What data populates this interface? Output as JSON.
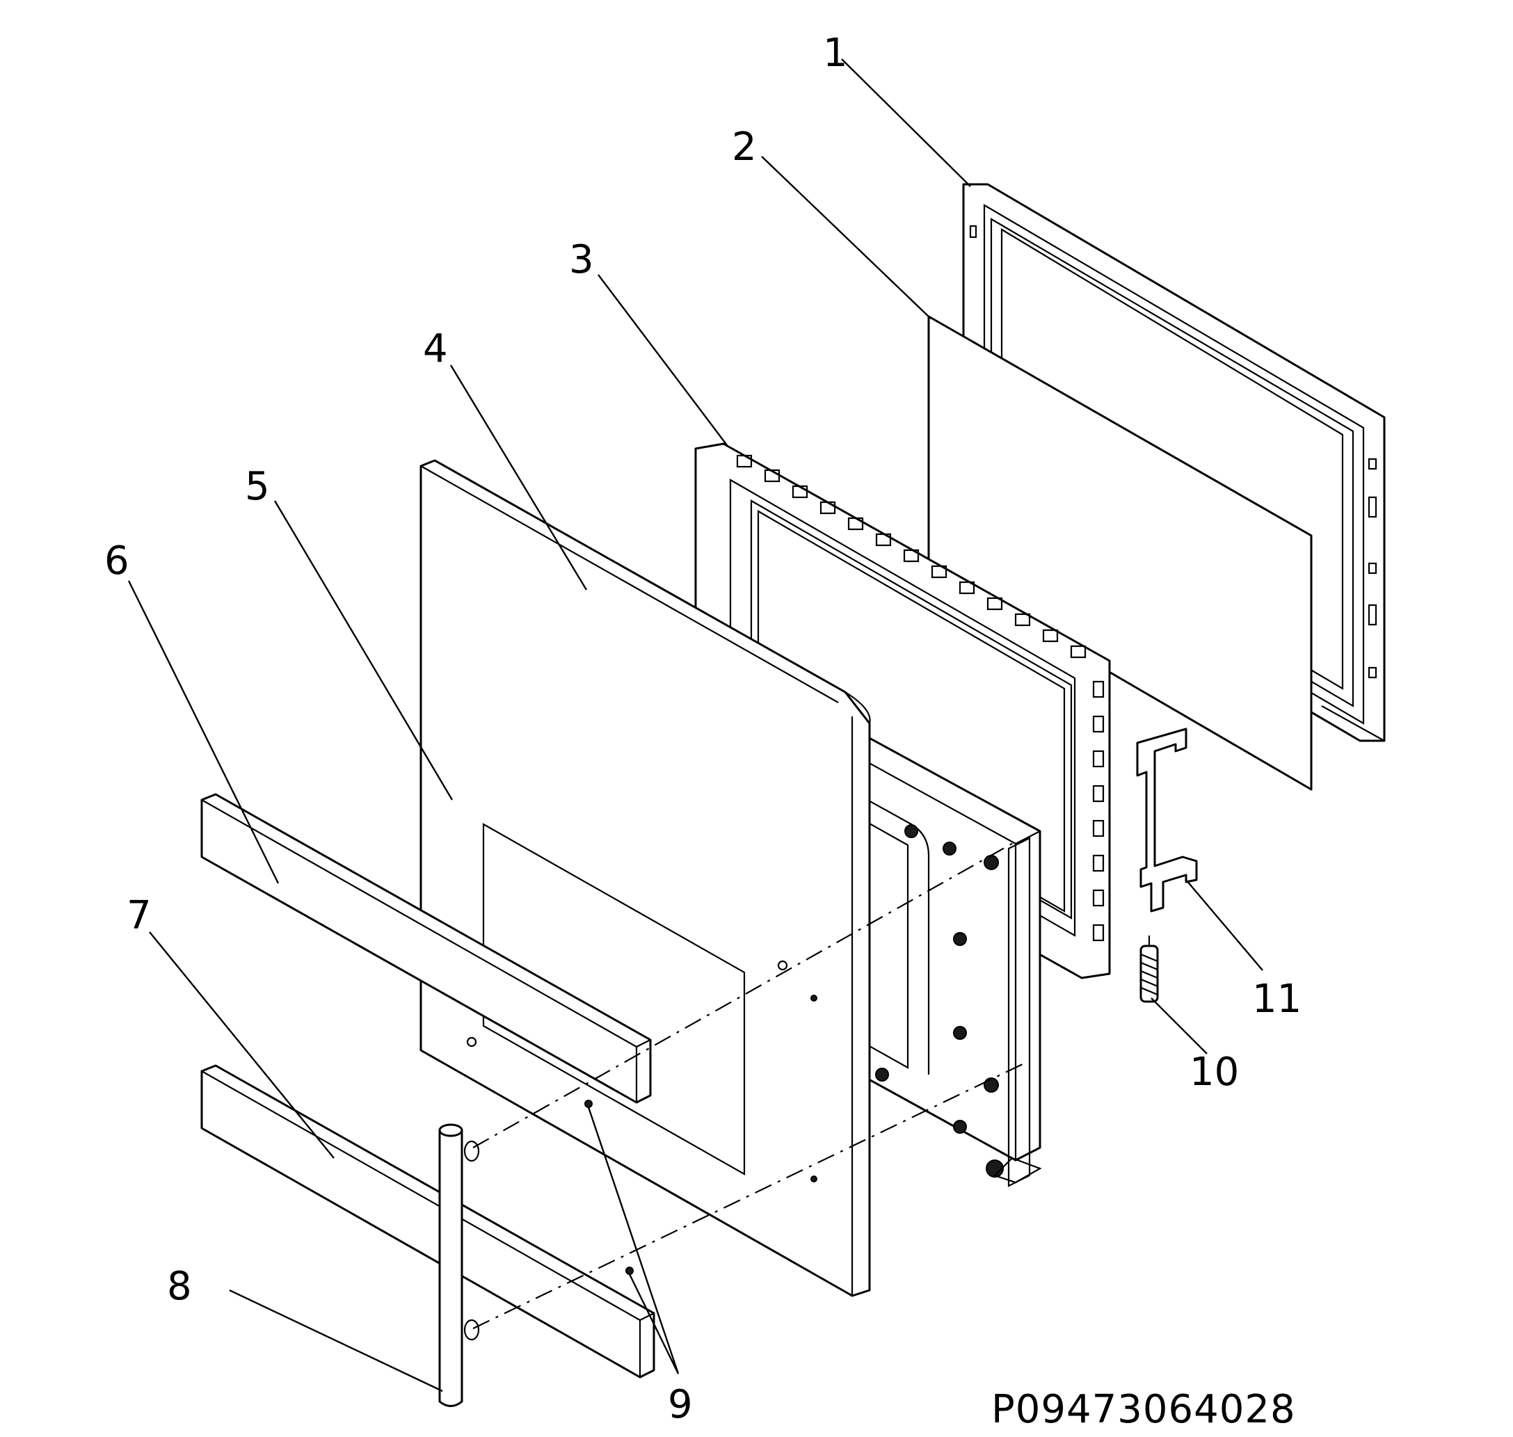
{
  "callouts": [
    {
      "id": "1",
      "label": "1"
    },
    {
      "id": "2",
      "label": "2"
    },
    {
      "id": "3",
      "label": "3"
    },
    {
      "id": "4",
      "label": "4"
    },
    {
      "id": "5",
      "label": "5"
    },
    {
      "id": "6",
      "label": "6"
    },
    {
      "id": "7",
      "label": "7"
    },
    {
      "id": "8",
      "label": "8"
    },
    {
      "id": "9",
      "label": "9"
    },
    {
      "id": "10",
      "label": "10"
    },
    {
      "id": "11",
      "label": "11"
    }
  ],
  "drawing_code": "P09473064028"
}
